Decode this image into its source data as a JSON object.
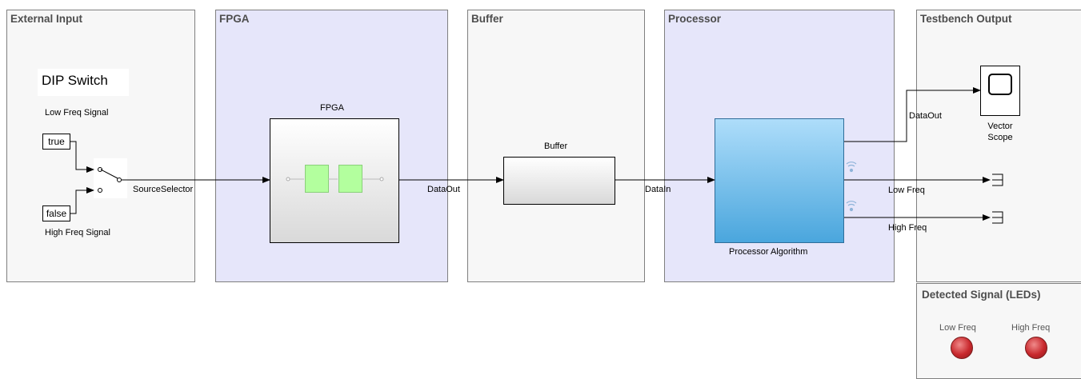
{
  "areas": {
    "external_input": "External Input",
    "fpga": "FPGA",
    "buffer": "Buffer",
    "processor": "Processor",
    "testbench_output": "Testbench Output",
    "detected_signal": "Detected Signal (LEDs)"
  },
  "external_input": {
    "dip_switch": "DIP Switch",
    "low_freq_signal": "Low Freq Signal",
    "high_freq_signal": "High Freq Signal",
    "const_true": "true",
    "const_false": "false"
  },
  "signals": {
    "source_selector": "SourceSelector",
    "data_out": "DataOut",
    "data_in": "DataIn",
    "data_out_2": "DataOut",
    "low_freq": "Low Freq",
    "high_freq": "High Freq"
  },
  "blocks": {
    "fpga": "FPGA",
    "buffer": "Buffer",
    "processor": "Processor Algorithm",
    "scope": "Vector\nScope"
  },
  "leds": {
    "low_freq": "Low Freq",
    "high_freq": "High Freq"
  },
  "colors": {
    "gray_area": "#f7f7f7",
    "blue_area": "#e6e6fa",
    "processor_block": "#4aa6dd",
    "fpga_inner_block": "#b3ff9e",
    "led": "#c8282d"
  }
}
